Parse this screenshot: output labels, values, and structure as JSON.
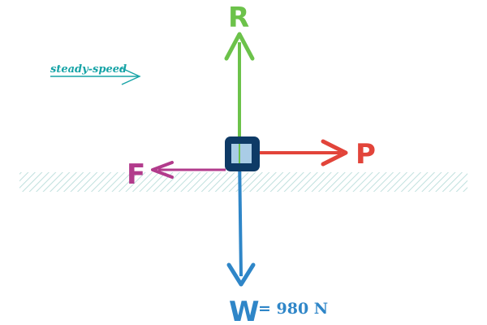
{
  "motion": {
    "label": "steady-speed",
    "color": "#16a3a6"
  },
  "forces": {
    "R": {
      "label": "R",
      "color": "#6cc24a"
    },
    "P": {
      "label": "P",
      "color": "#e2443a"
    },
    "F": {
      "label": "F",
      "color": "#b23b8c"
    },
    "W": {
      "label": "W",
      "value_text": "= 980 N",
      "color": "#2f86c8"
    }
  },
  "block": {
    "fill": "#0e3a66",
    "inner_fill": "#a9cce6"
  },
  "ground": {
    "hatch_color": "#b9ddda"
  }
}
